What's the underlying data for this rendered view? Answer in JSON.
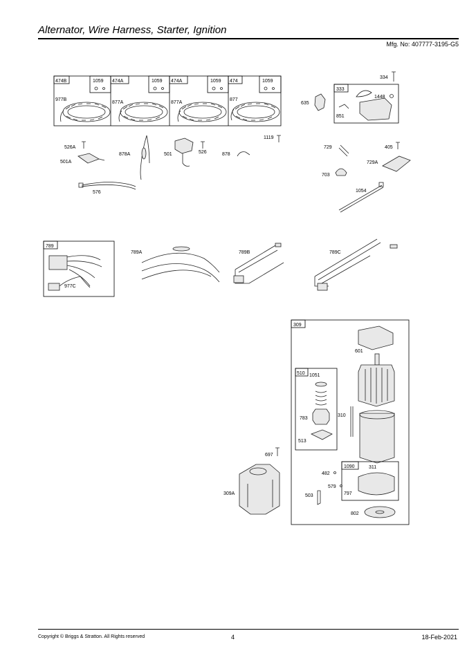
{
  "header": {
    "title": "Alternator, Wire Harness, Starter, Ignition",
    "mfg_no": "Mfg. No: 407777-3195-G5"
  },
  "footer": {
    "copyright": "Copyright © Briggs & Stratton. All Rights reserved",
    "page": "4",
    "date": "18-Feb-2021"
  },
  "labels": {
    "l474b": "474B",
    "l1059a": "1059",
    "l474a1": "474A",
    "l1059b": "1059",
    "l474a2": "474A",
    "l1059c": "1059",
    "l474": "474",
    "l1059d": "1059",
    "l977b": "977B",
    "l877a1": "877A",
    "l877a2": "877A",
    "l877": "877",
    "l334": "334",
    "l333": "333",
    "l635": "635",
    "l1448": "1448",
    "l851": "851",
    "l1119": "1119",
    "l526a": "526A",
    "l501a": "501A",
    "l878a": "878A",
    "l501": "501",
    "l526": "526",
    "l878": "878",
    "l576": "576",
    "l729": "729",
    "l405": "405",
    "l729a": "729A",
    "l703": "703",
    "l1054": "1054",
    "l789": "789",
    "l977c": "977C",
    "l789a": "789A",
    "l789b": "789B",
    "l789c": "789C",
    "l309": "309",
    "l601": "601",
    "l510": "510",
    "l1051": "1051",
    "l783": "783",
    "l310": "310",
    "l513": "513",
    "l697": "697",
    "l309a": "309A",
    "l1090": "1090",
    "l311": "311",
    "l482": "482",
    "l579": "579",
    "l797": "797",
    "l503": "503",
    "l802": "802"
  }
}
